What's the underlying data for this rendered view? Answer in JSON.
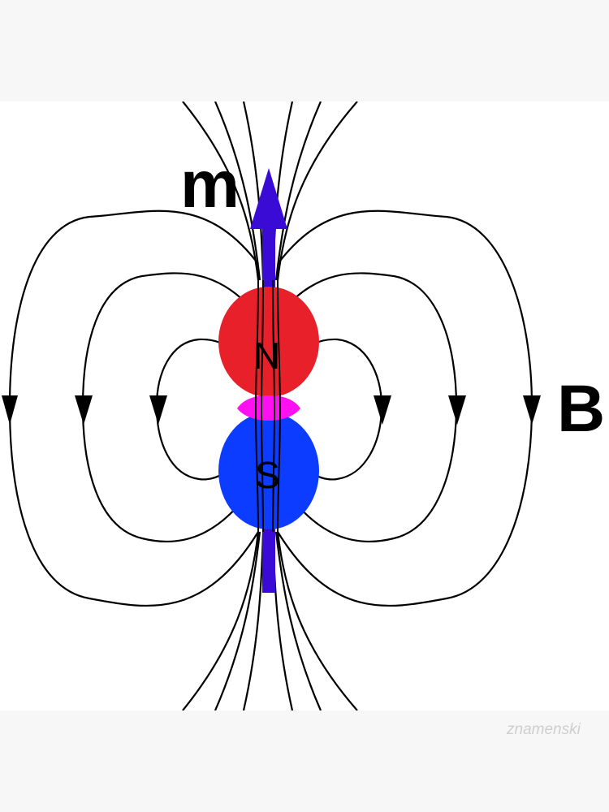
{
  "labels": {
    "moment": "m",
    "field": "B",
    "north": "N",
    "south": "S"
  },
  "watermark": "znamenski",
  "colors": {
    "north_pole": "#e8202a",
    "south_pole": "#0b3cff",
    "overlap": "#ff10f0",
    "moment_arrow": "#3b0bd6",
    "field_lines": "#000000",
    "background": "#ffffff",
    "frame": "#f7f7f7"
  },
  "icons": {
    "moment": "upward-arrow",
    "field_direction": "downward-arrowhead"
  }
}
